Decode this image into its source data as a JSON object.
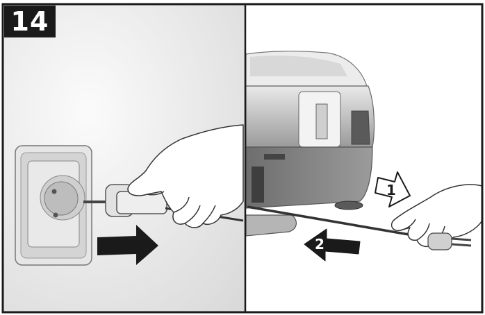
{
  "step": {
    "number": "14"
  },
  "arrows": [
    {
      "label": "1",
      "style": "outline"
    },
    {
      "label": "2",
      "style": "filled"
    }
  ],
  "colors": {
    "frame": "#1a1a1a",
    "panel_bg": "#eeeeee",
    "device": "#8a8a8a"
  },
  "icons": [
    "wall-socket-icon",
    "plug-icon",
    "hand-icon",
    "vacuum-cleaner-icon",
    "arrow-icon"
  ]
}
